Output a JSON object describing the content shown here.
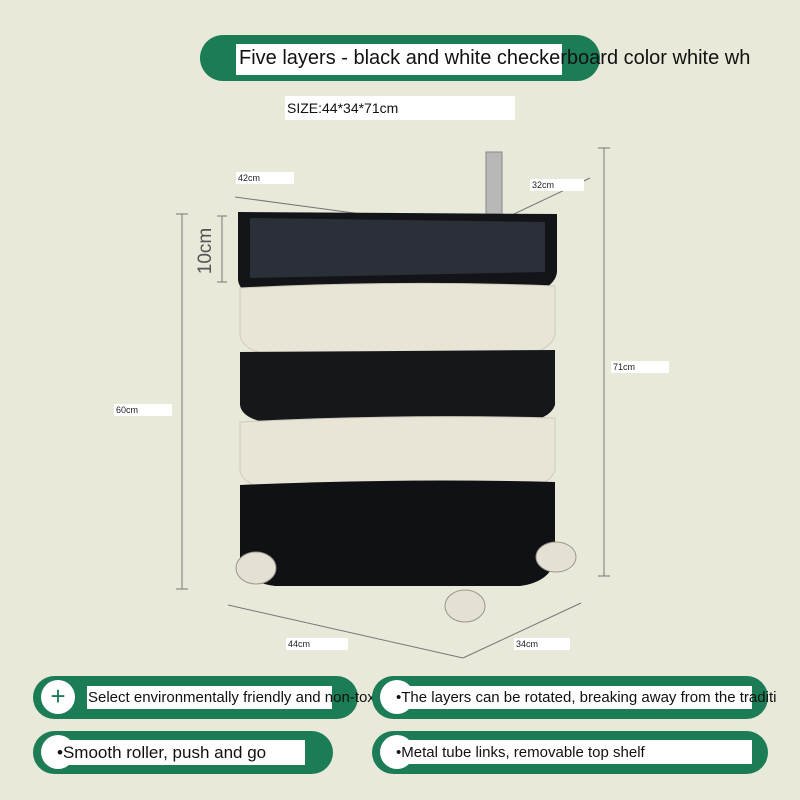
{
  "header": {
    "title": "Five layers - black and white checkerboard color   white wh",
    "size": "SIZE:44*34*71cm"
  },
  "dimensions": {
    "top_width": "42cm",
    "top_depth": "32cm",
    "layer_height": "10cm",
    "body_height": "60cm",
    "total_height": "71cm",
    "width": "44cm",
    "depth": "34cm"
  },
  "features": [
    {
      "icon": "plus-icon",
      "text": "Select environmentally friendly and non-toxi"
    },
    {
      "icon": "bullet-icon",
      "text": "•The layers can be rotated, breaking away from the traditi"
    },
    {
      "icon": "bullet-icon",
      "text": "•Smooth roller, push and go"
    },
    {
      "icon": "bullet-icon",
      "text": "•Metal tube links, removable top shelf"
    }
  ],
  "colors": {
    "accent": "#1b7c55",
    "background": "#e9e9da"
  }
}
